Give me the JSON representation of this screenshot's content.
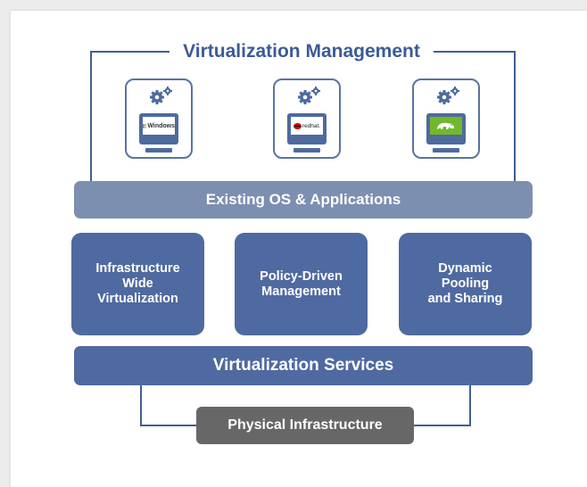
{
  "diagram": {
    "title": "Virtualization Management",
    "os_cards": [
      {
        "logo_text": "Windows",
        "logo_icon": "windows-logo"
      },
      {
        "logo_text": "redhat.",
        "logo_icon": "redhat-logo"
      },
      {
        "logo_text": "",
        "logo_icon": "suse-chameleon-logo"
      }
    ],
    "os_layer": "Existing OS & Applications",
    "services": [
      "Infrastructure\nWide\nVirtualization",
      "Policy-Driven\nManagement",
      "Dynamic\nPooling\nand Sharing"
    ],
    "services_layer": "Virtualization Services",
    "physical_layer": "Physical Infrastructure",
    "colors": {
      "dark_blue": "#4f6aa1",
      "light_blue": "#7d8fb1",
      "title_blue": "#3c5a96",
      "gray": "#676767"
    }
  }
}
